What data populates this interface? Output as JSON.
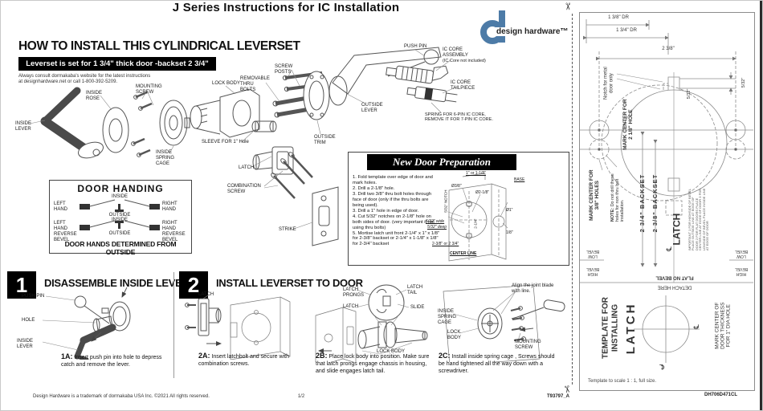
{
  "page": {
    "title": "J Series Instructions for IC Installation",
    "footer_left": "Design Hardware is a trademark of dormakaba USA Inc. ©2021 All rights reserved.",
    "footer_center": "1/2",
    "footer_right": "T93797_A"
  },
  "logo": {
    "wordmark": "design hardware™",
    "color": "#4d7ba7"
  },
  "intro": {
    "heading": "HOW TO INSTALL THIS CYLINDRICAL LEVERSET",
    "banner": "Leverset is set for 1 3/4\" thick door -backset 2 3/4\"",
    "note1": "Always consult dormakaba's website for the latest instructions",
    "note2": "at designhardware.net or call 1-800-392-5209."
  },
  "exploded": {
    "inside_lever": "INSIDE LEVER",
    "inside_rose": "INSIDE ROSE",
    "mounting_screw": "MOUNTING SCREW",
    "inside_spring_cage": "INSIDE SPRING CAGE",
    "lock_body": "LOCK BODY",
    "removable_thru_bolts": "REMOVABLE THRU BOLTS",
    "screw_posts": "SCREW POSTS",
    "sleeve": "SLEEVE FOR 1\" Hole",
    "outside_trim": "OUTSIDE TRIM",
    "outside_lever": "OUTSIDE LEVER",
    "push_pin": "PUSH PIN",
    "ic_core_assembly": "IC CORE ASSEMBLY",
    "ic_core_note": "(IC Core not included)",
    "ic_core_tailpiece": "IC CORE TAILPIECE",
    "spring_note": "SPRING FOR 6-PIN IC CORE, REMOVE IT FOR 7-PIN IC CORE.",
    "latch": "LATCH",
    "combination_screw": "COMBINATION SCREW",
    "strike": "STRIKE"
  },
  "door_handing": {
    "title": "DOOR HANDING",
    "inside": "INSIDE",
    "outside": "OUTSIDE",
    "left_hand": "LEFT HAND",
    "right_hand": "RIGHT HAND",
    "left_hand_rb": "LEFT HAND REVERSE BEVEL",
    "right_hand_rb": "RIGHT HAND REVERSE BEVEL",
    "footer": "DOOR HANDS DETERMINED FROM OUTSIDE"
  },
  "prep": {
    "title": "New Door Preparation",
    "steps": [
      "1. Fold template over edge of door and mark holes.",
      "2. Drill a 2-1/8\" hole.",
      "3. Drill two 3/8\" thru bolt holes through face of door (only if the thru bolts are being used).",
      "3. Drill a 1\" hole in edge of door.",
      "4. Cut 5/32\" notches on 2-1/8\" hole on both sides of door. (very important if not using thru bolts)",
      "5. Mortise latch unit front 2-1/4\" x 1\" x 1/8\" for 2-3/8\" backset or 2-1/4\" x 1-1/8\" x 1/8\" for 2-3/4\" backset"
    ],
    "labels": {
      "top": "1\" or 1-1/8\"",
      "base": "BASE",
      "d38": "Ø3/8\"",
      "d218": "Ø2-1/8\"",
      "notch": "5/32\" NOTCH",
      "wide": "5/32\" wide",
      "deep": "5/32\" deep",
      "d1": "Ø1\"",
      "h214": "2-1/4\"",
      "t18": "1/8\"",
      "backset": "2-3/8\" or 2 3/4\"",
      "centerline": "CENTER LINE"
    }
  },
  "s1": {
    "num": "1",
    "title": "DISASSEMBLE INSIDE LEVER",
    "push_pin": "PUSH PIN",
    "hole": "HOLE",
    "inside_lever": "INSIDE LEVER",
    "cap_id": "1A:",
    "cap": "Insert push pin into hole to depress catch and remove the lever."
  },
  "s2": {
    "num": "2",
    "title": "INSTALL LEVERSET TO DOOR",
    "a": {
      "id": "2A:",
      "text": "Insert latchbolt and secure with combination screws.",
      "latch": "LATCH"
    },
    "b": {
      "id": "2B:",
      "text": "Place lock body into position. Make sure that latch prongs engage chassis in housing, and slide engages latch tail.",
      "latch_prongs": "LATCH PRONGS",
      "latch": "LATCH",
      "latch_tail": "LATCH TAIL",
      "slide": "SLIDE",
      "lock_body": "LOCK BODY"
    },
    "c": {
      "id": "2C:",
      "text": "Install inside spring cage , Screws should be hand tightened all the way down with a screwdriver.",
      "inside_spring_cage": "INSIDE SPRING CAGE",
      "lock_body": "LOCK BODY",
      "mounting_screw": "MOUNTING SCREW",
      "align_note": "Align the joint blade with line."
    }
  },
  "tpl": {
    "dim138": "1 3/8\" DR",
    "dim134": "1 3/4\" DR",
    "dim238": "2 3/8\"",
    "notch_note": "Notch for metal door only",
    "mark218": "MARK CENTER FOR 2 1/8\" HOLE",
    "mark38": "MARK CENTER FOR 3/8\" HOLES",
    "note_head": "NOTE:",
    "note38": "Do not drill these holes for non thru bolt installation.",
    "backset234": "2 3/4\" BACKSET",
    "backset238": "2 3/8\" BACKSET",
    "five32": "5/32\"",
    "latch_cl": "LATCH",
    "cl": "℄",
    "important": "IMPORTANT 1 FOR HIGHSIDE OF BEVEL PLACE OUTSIDE LINE AT EDGE OF DOOR 2 FOR FLAT DOORS PLACE CENTER LINE AT EDGE OF DOOR 3 FOR LOWSIDE OF BEVEL PLACE INSIDE LINE AT EDGE OF DOOR",
    "low_bevel": "LOW BEVEL",
    "high_bevel": "HIGH BEVEL",
    "flat_no_bevel": "FLAT NO BEVEL",
    "detach": "DETACH HERE",
    "template_for": "TEMPLATE FOR INSTALLING",
    "latch_big": "LATCH",
    "mark_door": "MARK CENTER OF DOOR THICKNESS FOR 1\" DIA HOLE",
    "scale_note": "Template to scale 1 : 1, full size.",
    "part_no": "DH706D471CL"
  }
}
